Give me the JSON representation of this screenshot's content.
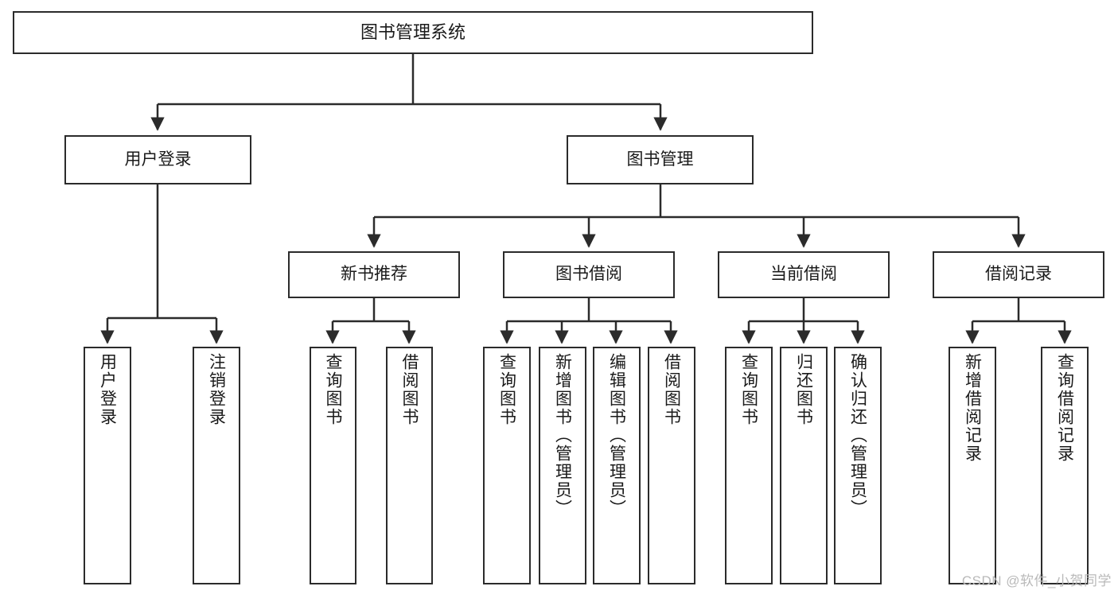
{
  "diagram": {
    "title": "图书管理系统",
    "type": "hierarchy-tree",
    "stroke_color": "#2b2b2b",
    "fill_color": "#ffffff",
    "text_color": "#1a1a1a"
  },
  "nodes": {
    "root": {
      "label": "图书管理系统"
    },
    "level2": [
      {
        "label": "用户登录"
      },
      {
        "label": "图书管理"
      }
    ],
    "level3": [
      {
        "label": "新书推荐"
      },
      {
        "label": "图书借阅"
      },
      {
        "label": "当前借阅"
      },
      {
        "label": "借阅记录"
      }
    ],
    "leaves": {
      "user_login": [
        {
          "label": "用户登录"
        },
        {
          "label": "注销登录"
        }
      ],
      "new_book_recommend": [
        {
          "label": "查询图书"
        },
        {
          "label": "借阅图书"
        }
      ],
      "book_borrow": [
        {
          "label": "查询图书"
        },
        {
          "label": "新增图书（管理员）"
        },
        {
          "label": "编辑图书（管理员）"
        },
        {
          "label": "借阅图书"
        }
      ],
      "current_borrow": [
        {
          "label": "查询图书"
        },
        {
          "label": "归还图书"
        },
        {
          "label": "确认归还（管理员）"
        }
      ],
      "borrow_records": [
        {
          "label": "新增借阅记录"
        },
        {
          "label": "查询借阅记录"
        }
      ]
    }
  },
  "watermark": {
    "text": "CSDN @软件_小贺同学"
  }
}
